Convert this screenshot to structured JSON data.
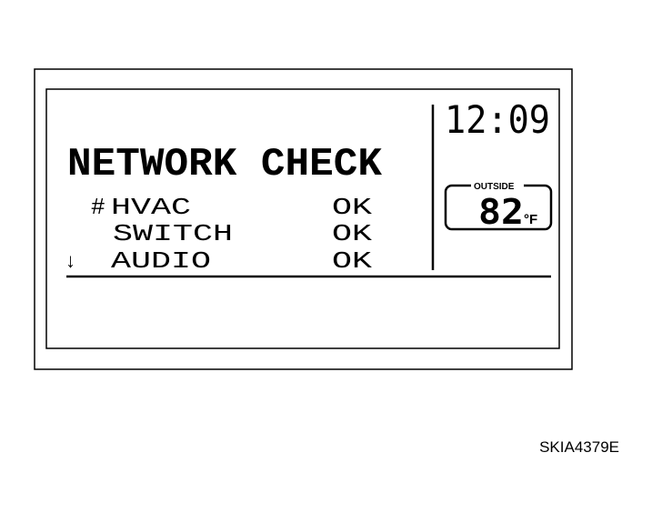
{
  "display": {
    "heading": "NETWORK CHECK",
    "rows": [
      {
        "marker": "#",
        "name": "HVAC",
        "status": "OK"
      },
      {
        "marker": "",
        "name": "SWITCH",
        "status": "OK"
      },
      {
        "marker": "↓",
        "name": "AUDIO",
        "status": "OK"
      }
    ],
    "clock": "12:09",
    "outside": {
      "label": "OUTSIDE",
      "temperature": "82",
      "unit": "°F"
    }
  },
  "figure_code": "SKIA4379E"
}
